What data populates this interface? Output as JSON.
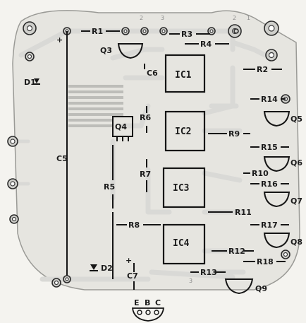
{
  "diagram": {
    "resistors": [
      "R1",
      "R2",
      "R3",
      "R4",
      "R5",
      "R6",
      "R7",
      "R8",
      "R9",
      "R10",
      "R11",
      "R12",
      "R13",
      "R14",
      "R15",
      "R16",
      "R17",
      "R18"
    ],
    "ics": [
      "IC1",
      "IC2",
      "IC3",
      "IC4"
    ],
    "transistors": [
      "Q3",
      "Q5",
      "Q6",
      "Q7",
      "Q8",
      "Q9"
    ],
    "regulator": "Q4",
    "capacitors": [
      "C5",
      "C6",
      "C7"
    ],
    "diodes": [
      "D1",
      "D2"
    ],
    "transistor_pinout": {
      "e": "E",
      "b": "B",
      "c": "C"
    },
    "polarity_mark": "+",
    "pin_numbers": [
      "2",
      "3",
      "1",
      "2",
      "3"
    ]
  }
}
